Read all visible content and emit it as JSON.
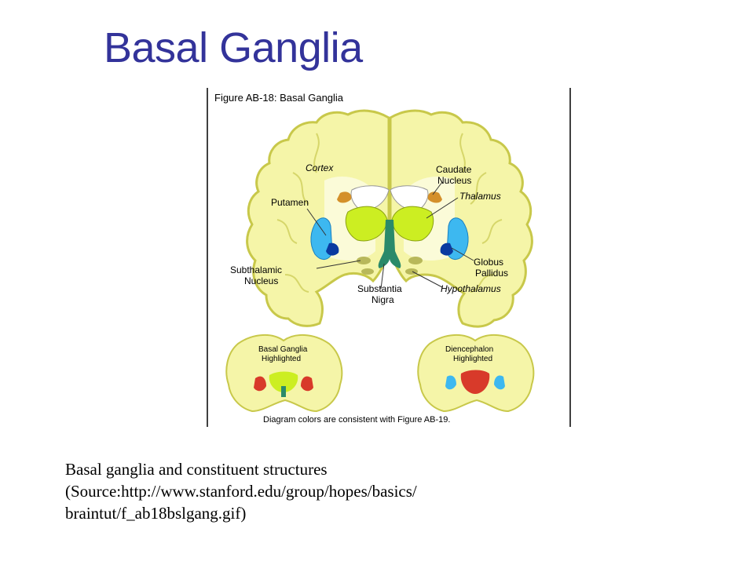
{
  "slide": {
    "title": "Basal Ganglia"
  },
  "figure": {
    "heading": "Figure AB-18: Basal Ganglia",
    "labels": {
      "cortex": "Cortex",
      "caudate_1": "Caudate",
      "caudate_2": "Nucleus",
      "thalamus": "Thalamus",
      "putamen": "Putamen",
      "globus_1": "Globus",
      "globus_2": "Pallidus",
      "subthalamic_1": "Subthalamic",
      "subthalamic_2": "Nucleus",
      "substantia_1": "Substantia",
      "substantia_2": "Nigra",
      "hypothalamus": "Hypothalamus"
    },
    "insets": {
      "left_1": "Basal Ganglia",
      "left_2": "Highlighted",
      "right_1": "Diencephalon",
      "right_2": "Highlighted"
    },
    "footer": "Diagram colors are consistent with Figure AB-19.",
    "colors": {
      "brain": "#f5f5a8",
      "brain_outline": "#c8c84a",
      "thalamus": "#ccee22",
      "caudate": "#d4902a",
      "putamen": "#3db8f0",
      "globus": "#0a3aa0",
      "substantia": "#2a8a6a",
      "diencephalon": "#d83a2a"
    }
  },
  "caption": {
    "line1": "Basal ganglia and constituent structures",
    "line2": "(Source:http://www.stanford.edu/group/hopes/basics/",
    "line3": "braintut/f_ab18bslgang.gif)"
  }
}
